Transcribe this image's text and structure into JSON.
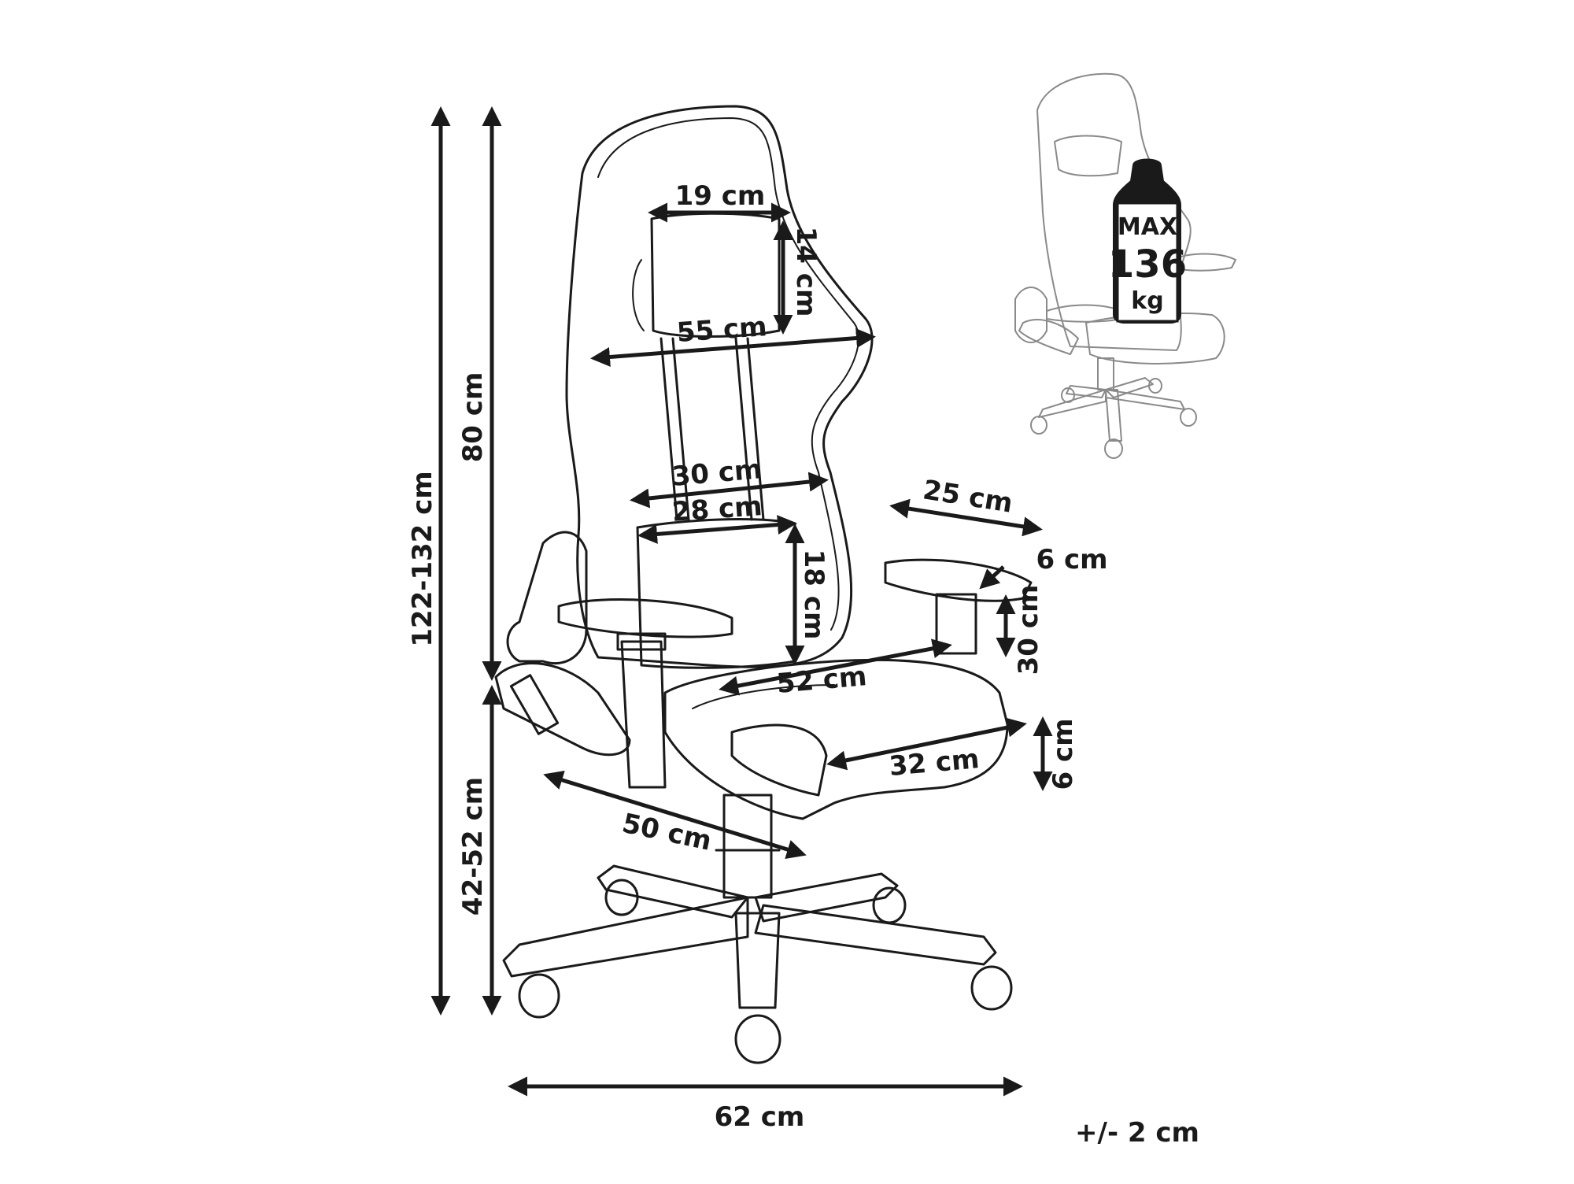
{
  "dimensions": {
    "total_height": "122-132 cm",
    "backrest_height": "80 cm",
    "seat_height": "42-52 cm",
    "pillow_width": "19 cm",
    "pillow_height": "14 cm",
    "backrest_top_width": "55 cm",
    "backrest_width_upper": "30 cm",
    "lumbar_width": "28 cm",
    "lumbar_height": "18 cm",
    "armrest_length": "25 cm",
    "armrest_width": "6 cm",
    "armrest_height": "30 cm",
    "seat_depth": "52 cm",
    "seat_width": "32 cm",
    "seat_thickness": "6 cm",
    "base_diagonal": "50 cm",
    "base_width": "62 cm"
  },
  "tolerance": "+/- 2 cm",
  "max_load": {
    "label": "MAX",
    "value": "136",
    "unit": "kg"
  },
  "colors": {
    "line": "#1a1a1a",
    "ghost_line": "#8a8a8a",
    "weight_fill": "#1a1a1a",
    "weight_text": "#ffffff"
  }
}
